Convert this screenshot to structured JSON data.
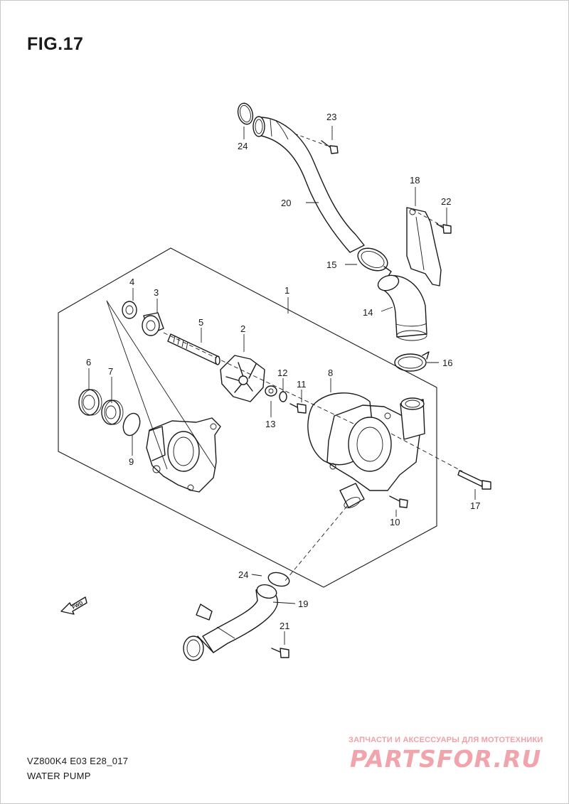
{
  "figure": {
    "title": "FIG.17",
    "model_code": "VZ800K4 E03 E28_017",
    "diagram_title": "WATER PUMP"
  },
  "direction_marker": {
    "label": "FWD"
  },
  "callouts": {
    "c1": "1",
    "c2": "2",
    "c3": "3",
    "c4": "4",
    "c5": "5",
    "c6": "6",
    "c7": "7",
    "c8": "8",
    "c9": "9",
    "c10": "10",
    "c11": "11",
    "c12": "12",
    "c13": "13",
    "c14": "14",
    "c15": "15",
    "c16": "16",
    "c17": "17",
    "c18": "18",
    "c19": "19",
    "c20": "20",
    "c21": "21",
    "c22": "22",
    "c23": "23",
    "c24_top": "24",
    "c24_bottom": "24"
  },
  "watermark": {
    "tagline": "ЗАПЧАСТИ И АКСЕССУАРЫ ДЛЯ МОТОТЕХНИКИ",
    "logo": "PARTSFOR.RU"
  },
  "colors": {
    "line": "#1a1a1a",
    "watermark": "#f2a4ac"
  }
}
